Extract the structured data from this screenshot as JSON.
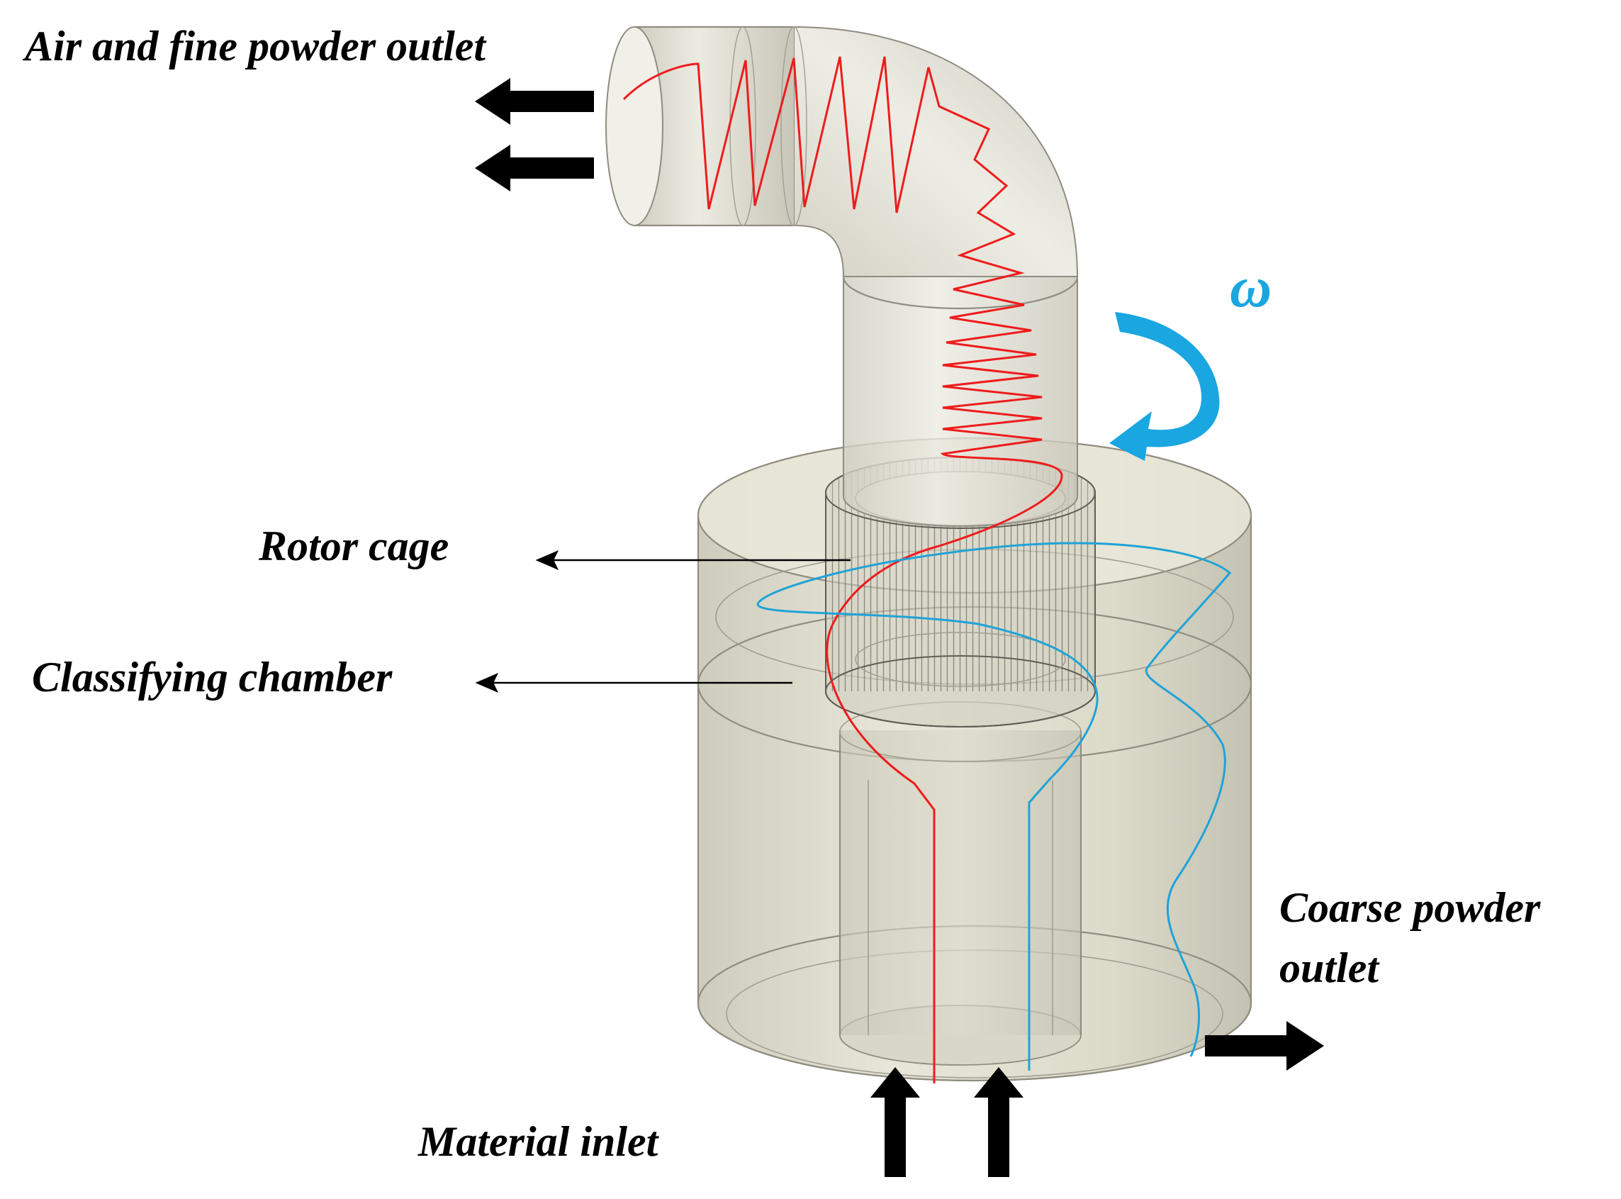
{
  "labels": {
    "outlet_top": "Air and fine powder outlet",
    "rotor_cage": "Rotor cage",
    "classifying_chamber": "Classifying chamber",
    "coarse_outlet_line1": "Coarse powder",
    "coarse_outlet_line2": "outlet",
    "material_inlet": "Material inlet",
    "rotation_symbol": "ω"
  },
  "colors": {
    "fine_path": "#ee1c1c",
    "coarse_path": "#1fa3d8",
    "rotation_arrow": "#1aa6e0",
    "body_fill": "#dedbca",
    "body_stroke": "#8f8d80",
    "arrow_fill": "#000000"
  },
  "icons": {
    "outlet_arrows": "arrow-left-icon",
    "inlet_arrows": "arrow-up-icon",
    "coarse_arrow": "arrow-right-icon",
    "rotation_arrow": "curved-arrow-icon"
  }
}
